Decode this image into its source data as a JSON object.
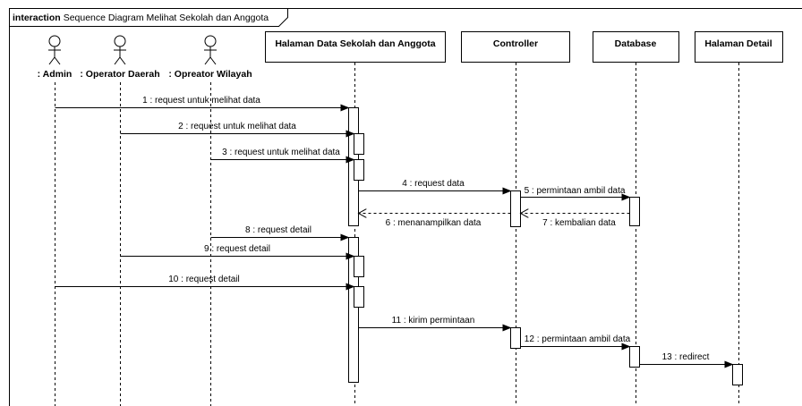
{
  "frame": {
    "keyword": "interaction",
    "title": "Sequence Diagram Melihat Sekolah dan Anggota"
  },
  "actors": [
    {
      "id": "admin",
      "label": ": Admin"
    },
    {
      "id": "operator_daerah",
      "label": ": Operator Daerah"
    },
    {
      "id": "opreator_wilayah",
      "label": ": Opreator Wilayah"
    }
  ],
  "objects": [
    {
      "id": "halaman_data",
      "label": "Halaman Data Sekolah dan Anggota"
    },
    {
      "id": "controller",
      "label": "Controller"
    },
    {
      "id": "database",
      "label": "Database"
    },
    {
      "id": "halaman_detail",
      "label": "Halaman Detail"
    }
  ],
  "messages": [
    {
      "text": "1 : request untuk melihat data",
      "from": "admin",
      "to": "halaman_data",
      "kind": "sync"
    },
    {
      "text": "2 : request untuk melihat data",
      "from": "operator_daerah",
      "to": "halaman_data",
      "kind": "sync"
    },
    {
      "text": "3 : request untuk melihat data",
      "from": "opreator_wilayah",
      "to": "halaman_data",
      "kind": "sync"
    },
    {
      "text": "4 : request data",
      "from": "halaman_data",
      "to": "controller",
      "kind": "sync"
    },
    {
      "text": "5 : permintaan ambil data",
      "from": "controller",
      "to": "database",
      "kind": "sync"
    },
    {
      "text": "7 : kembalian data",
      "from": "database",
      "to": "controller",
      "kind": "return"
    },
    {
      "text": "6 : menanampilkan data",
      "from": "controller",
      "to": "halaman_data",
      "kind": "return"
    },
    {
      "text": "8 : request detail",
      "from": "opreator_wilayah",
      "to": "halaman_data",
      "kind": "sync"
    },
    {
      "text": "9 : request detail",
      "from": "operator_daerah",
      "to": "halaman_data",
      "kind": "sync"
    },
    {
      "text": "10 : request detail",
      "from": "admin",
      "to": "halaman_data",
      "kind": "sync"
    },
    {
      "text": "11 : kirim permintaan",
      "from": "halaman_data",
      "to": "controller",
      "kind": "sync"
    },
    {
      "text": "12 : permintaan ambil data",
      "from": "controller",
      "to": "database",
      "kind": "sync"
    },
    {
      "text": "13 : redirect",
      "from": "database",
      "to": "halaman_detail",
      "kind": "sync"
    }
  ]
}
